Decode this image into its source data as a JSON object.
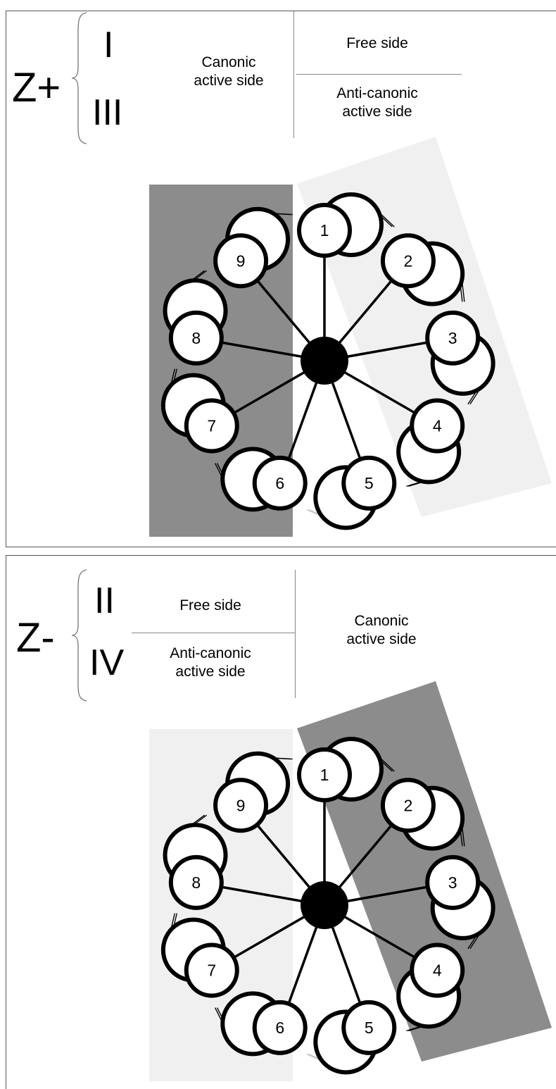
{
  "panels": [
    {
      "z_label": "Z+",
      "numeral_upper": "I",
      "numeral_lower": "III",
      "canonic_label": "Canonic\nactive side",
      "free_label": "Free side",
      "anticanonic_label": "Anti-canonic\nactive side",
      "canonic_shade": "#8c8c8c",
      "anticanonic_shade": "#f0f0f0"
    },
    {
      "z_label": "Z-",
      "numeral_upper": "II",
      "numeral_lower": "IV",
      "canonic_label": "Canonic\nactive side",
      "free_label": "Free side",
      "anticanonic_label": "Anti-canonic\nactive side",
      "canonic_shade": "#8c8c8c",
      "anticanonic_shade": "#f0f0f0"
    }
  ],
  "blades": [
    "1",
    "2",
    "3",
    "4",
    "5",
    "6",
    "7",
    "8",
    "9"
  ],
  "colors": {
    "ring_stroke": "#000000",
    "hub": "#000000",
    "ghost_link": "#c8c8c8"
  }
}
